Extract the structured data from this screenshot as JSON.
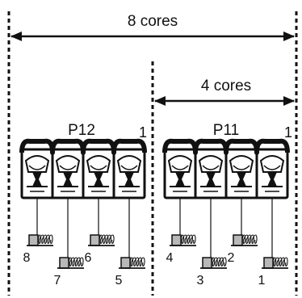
{
  "top_span": {
    "label": "8 cores"
  },
  "inner_span": {
    "label": "4 cores"
  },
  "connectors": [
    {
      "name": "P12",
      "pin1_marker": "1",
      "ports": [
        {
          "number": "8",
          "row": "upper"
        },
        {
          "number": "7",
          "row": "lower"
        },
        {
          "number": "6",
          "row": "upper"
        },
        {
          "number": "5",
          "row": "lower"
        }
      ]
    },
    {
      "name": "P11",
      "pin1_marker": "1",
      "ports": [
        {
          "number": "4",
          "row": "upper"
        },
        {
          "number": "3",
          "row": "lower"
        },
        {
          "number": "2",
          "row": "upper"
        },
        {
          "number": "1",
          "row": "lower"
        }
      ]
    }
  ],
  "colors": {
    "ink": "#111111",
    "spring_fill": "#b8b8b8"
  }
}
